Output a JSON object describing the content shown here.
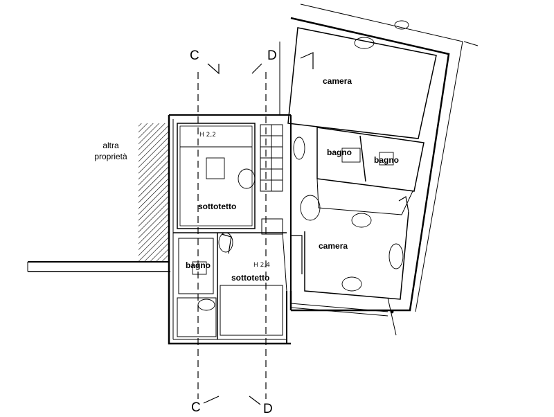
{
  "rooms": {
    "camera_top": "camera",
    "bagno_left": "bagno",
    "bagno_right": "bagno",
    "sottotetto_main": "sottotetto",
    "camera_right": "camera",
    "bagno_lower": "bagno",
    "sottotetto_lower": "sottotetto"
  },
  "neighbor": {
    "line1": "altra",
    "line2": "proprietà"
  },
  "sections": {
    "c_top": "C",
    "d_top": "D",
    "c_bottom": "C",
    "d_bottom": "D"
  },
  "handwriting": {
    "h_top": "H 2,2",
    "h_lower": "H 2,4"
  }
}
